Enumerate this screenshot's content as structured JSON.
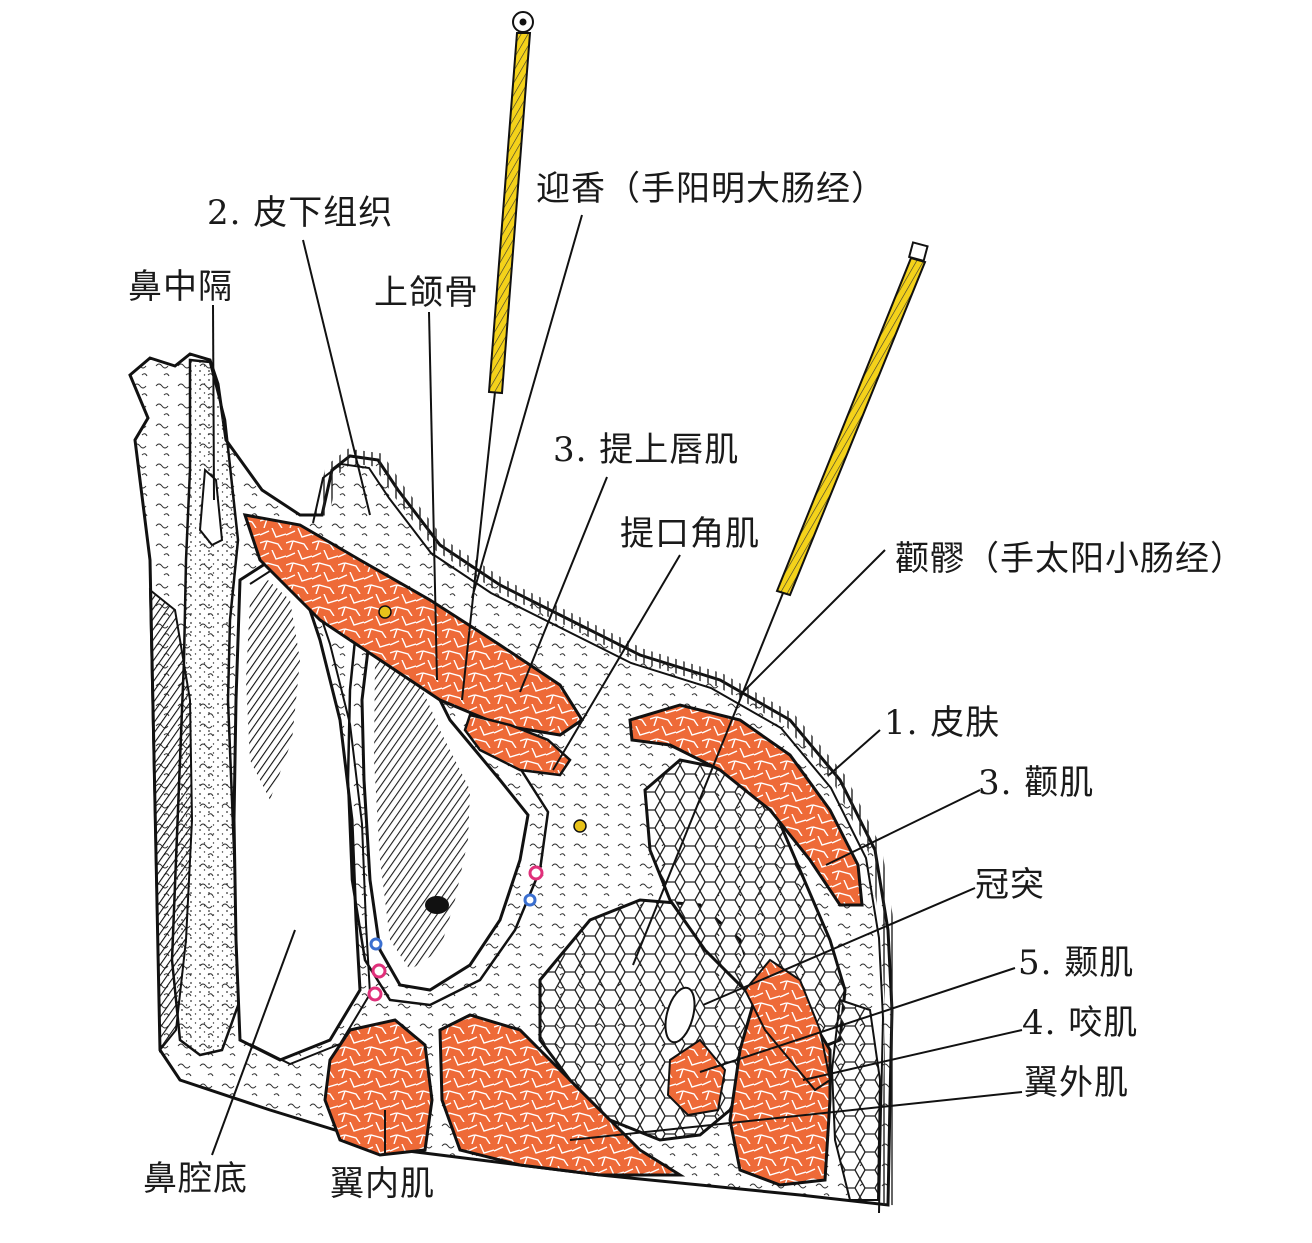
{
  "labels": {
    "yingxiang": "迎香（手阳明大肠经）",
    "pixia_zuzhi": "2. 皮下组织",
    "bizhongge": "鼻中隔",
    "shanghegu": "上颌骨",
    "tishangchunji": "3. 提上唇肌",
    "tikoujiaoji": "提口角肌",
    "quanliao": "颧髎（手太阳小肠经）",
    "pifu": "1. 皮肤",
    "quanji": "3. 颧肌",
    "guantu": "冠突",
    "nieji": "5. 颞肌",
    "yaoji": "4. 咬肌",
    "yiwaiji": "翼外肌",
    "biqiangdi": "鼻腔底",
    "yineiji": "翼内肌"
  },
  "colors": {
    "muscle": "#ee6a38",
    "needle": "#f4d21a",
    "line": "#1a1a1a",
    "tissue": "#ffffff",
    "vessel_red": "#e0307a",
    "vessel_blue": "#3a6fd0",
    "nerve": "#e8c21a"
  },
  "icons": {
    "needle_1": "acupuncture-needle-icon",
    "needle_2": "acupuncture-needle-icon"
  }
}
